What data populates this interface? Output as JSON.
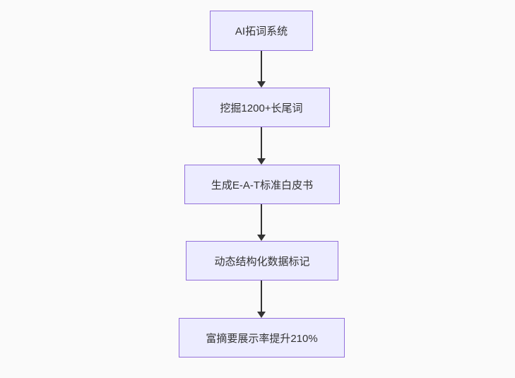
{
  "page": {
    "background_color": "#fafafa"
  },
  "flowchart": {
    "type": "vertical-flow",
    "node_fill_color": "#ECECFF",
    "node_border_color": "#9370DB",
    "text_color": "#333333",
    "arrow_color": "#333333",
    "nodes": [
      {
        "label": "AI拓词系统"
      },
      {
        "label": "挖掘1200+长尾词"
      },
      {
        "label": "生成E-A-T标准白皮书"
      },
      {
        "label": "动态结构化数据标记"
      },
      {
        "label": "富摘要展示率提升210%"
      }
    ]
  }
}
